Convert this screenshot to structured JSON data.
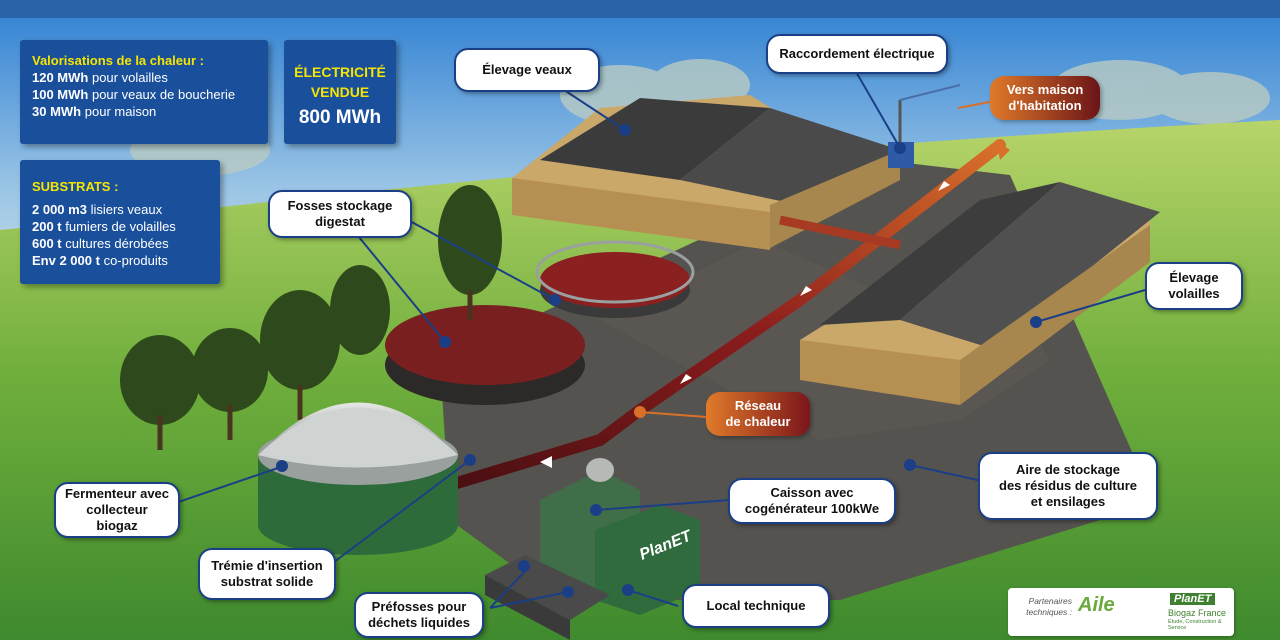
{
  "heat_box": {
    "title": "Valorisations de la chaleur :",
    "lines": [
      {
        "value": "120 MWh",
        "text": "pour volailles"
      },
      {
        "value": "100 MWh",
        "text": "pour veaux de boucherie"
      },
      {
        "value": "30 MWh",
        "text": "pour maison"
      }
    ]
  },
  "electricity_box": {
    "line1": "ÉLECTRICITÉ",
    "line2": "VENDUE",
    "value": "800 MWh"
  },
  "substrates_box": {
    "title": "SUBSTRATS :",
    "lines": [
      {
        "value": "2 000 m3",
        "text": "lisiers veaux"
      },
      {
        "value": "200 t",
        "text": "fumiers de volailles"
      },
      {
        "value": "600 t",
        "text": "cultures dérobées"
      },
      {
        "value": "Env 2 000 t",
        "text": "co-produits"
      }
    ]
  },
  "labels": {
    "elevage_veaux": "Élevage veaux",
    "raccordement": "Raccordement électrique",
    "vers_maison_1": "Vers maison",
    "vers_maison_2": "d'habitation",
    "fosses_1": "Fosses stockage",
    "fosses_2": "digestat",
    "elevage_volailles_1": "Élevage",
    "elevage_volailles_2": "volailles",
    "reseau_1": "Réseau",
    "reseau_2": "de chaleur",
    "aire_1": "Aire de stockage",
    "aire_2": "des résidus de culture",
    "aire_3": "et ensilages",
    "caisson_1": "Caisson avec",
    "caisson_2": "cogénérateur 100kWe",
    "fermenteur_1": "Fermenteur avec",
    "fermenteur_2": "collecteur biogaz",
    "tremie_1": "Trémie d'insertion",
    "tremie_2": "substrat solide",
    "prefosses_1": "Préfosses pour",
    "prefosses_2": "déchets liquides",
    "local": "Local technique",
    "container_brand": "PlanET"
  },
  "partners": {
    "label_1": "Partenaires",
    "label_2": "techniques :",
    "aile": "Aile",
    "planet": "PlanET",
    "planet_sub": "Biogaz France",
    "planet_tag": "Étude, Construction & Service"
  },
  "colors": {
    "panel_blue": "#1a4f9c",
    "panel_heading_yellow": "#f6e500",
    "callout_border": "#1b3f86",
    "heat_pipe_red": "#8b1c1c",
    "heat_label_orange": "#d9702a",
    "grass_green": "#6fae3c",
    "sky_blue": "#2a7fd0"
  }
}
